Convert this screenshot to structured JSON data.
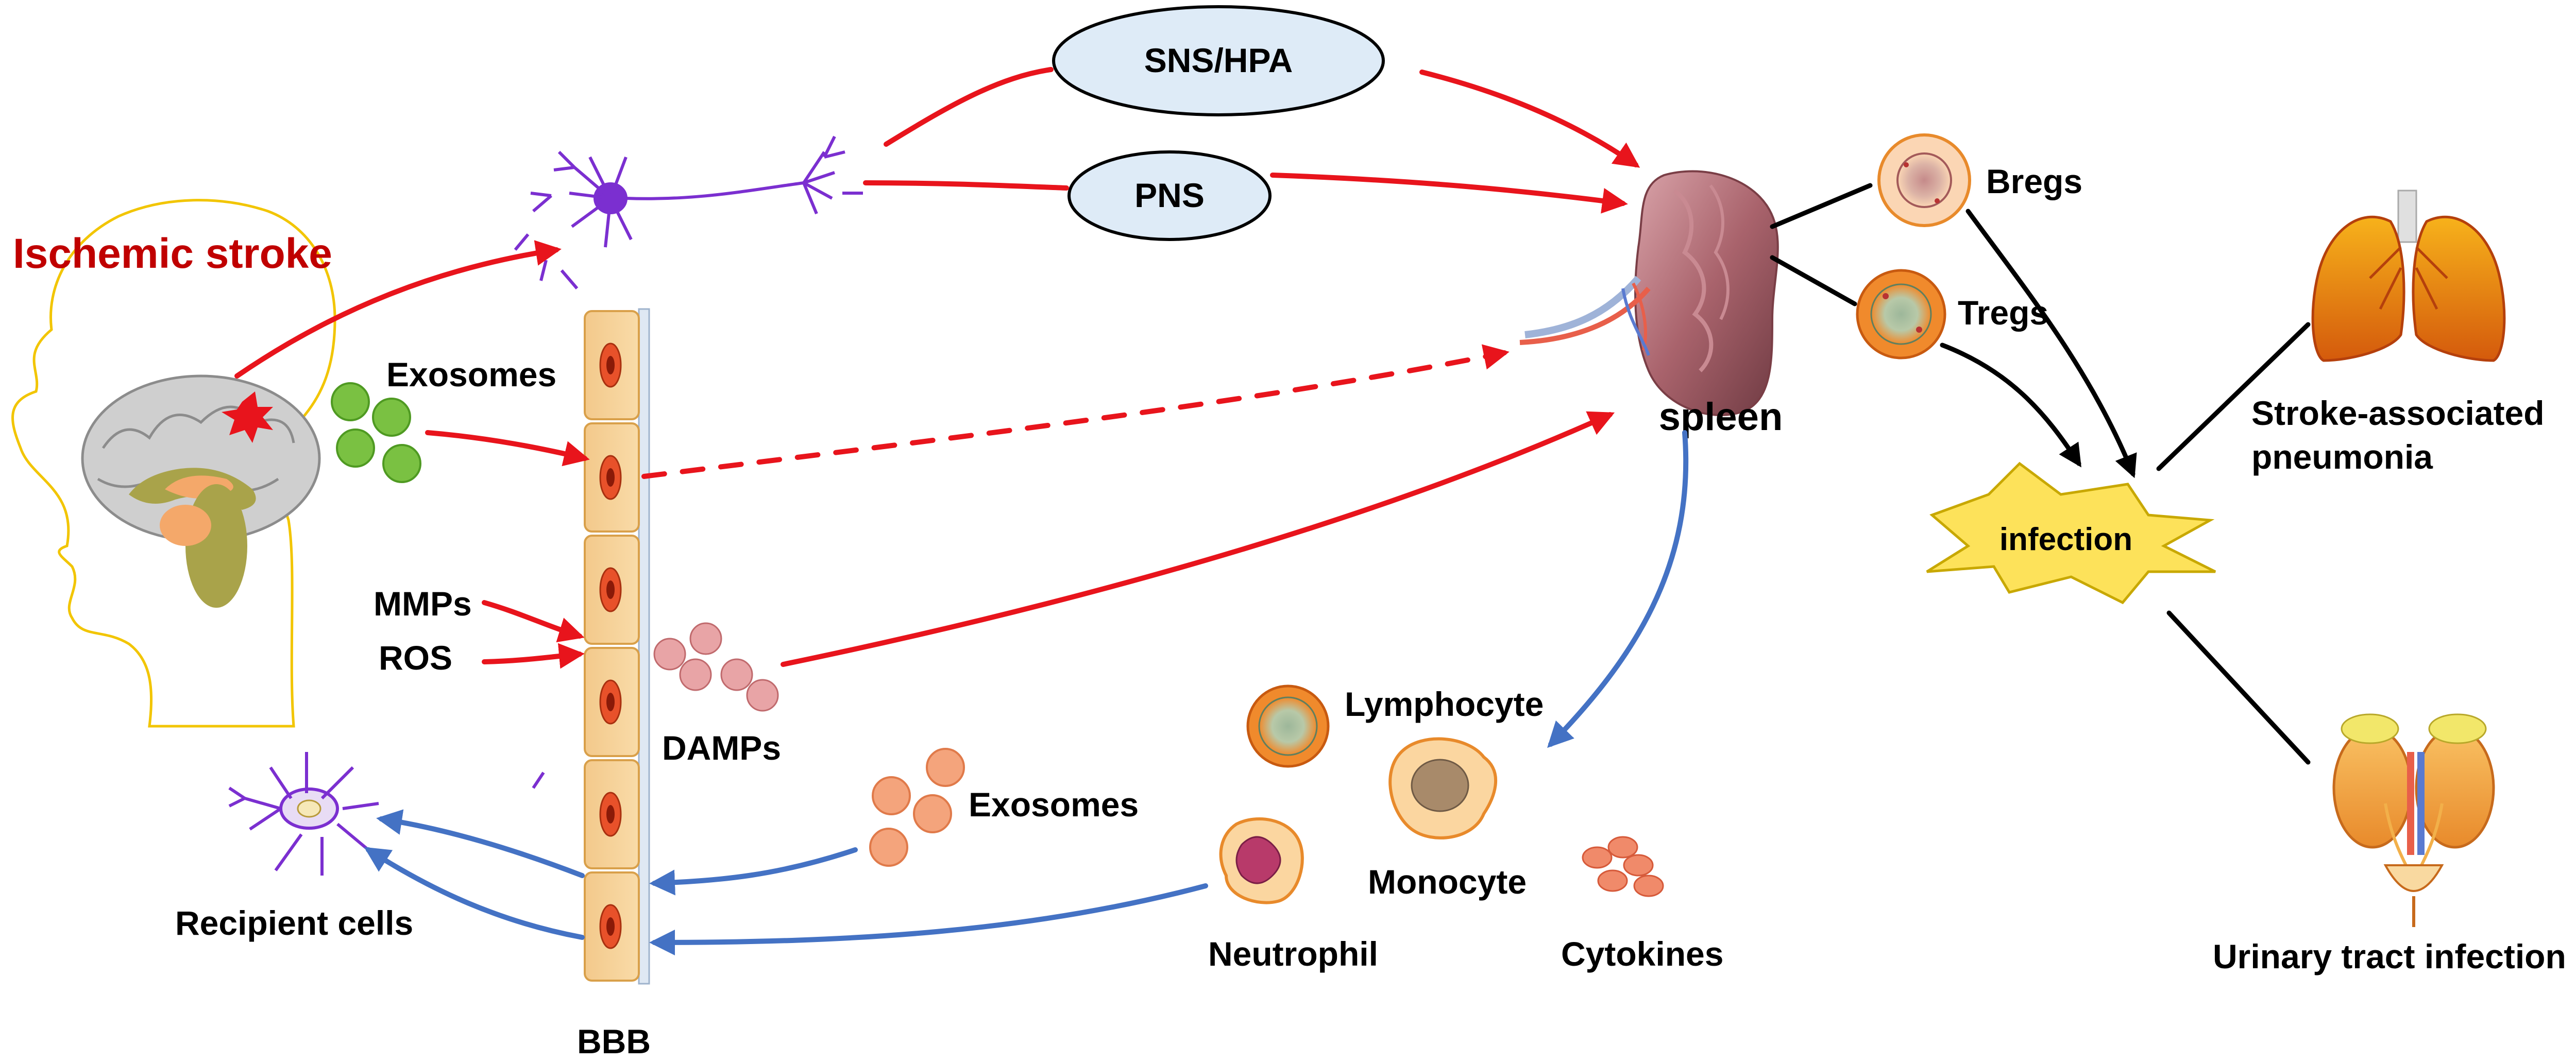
{
  "labels": {
    "ischemic_stroke": "Ischemic stroke",
    "sns_hpa": "SNS/HPA",
    "pns": "PNS",
    "exosomes_top": "Exosomes",
    "mmps": "MMPs",
    "ros": "ROS",
    "damps": "DAMPs",
    "bbb": "BBB",
    "recipient_cells": "Recipient cells",
    "exosomes_bottom": "Exosomes",
    "spleen": "spleen",
    "bregs": "Bregs",
    "tregs": "Tregs",
    "infection": "infection",
    "pneumonia_line1": "Stroke-associated",
    "pneumonia_line2": "pneumonia",
    "uti": "Urinary tract infection",
    "lymphocyte": "Lymphocyte",
    "monocyte": "Monocyte",
    "neutrophil": "Neutrophil",
    "cytokines": "Cytokines"
  },
  "colors": {
    "red_arrow": "#e8141c",
    "blue_arrow": "#4472c4",
    "black_line": "#000000",
    "title_red": "#c00000",
    "ellipse_fill": "#deebf7",
    "exosome_green": "#7ac142",
    "exosome_orange": "#f4a47c",
    "infection_fill": "#fde25a"
  },
  "icons": [
    "brain-head-icon",
    "neuron-icon",
    "spleen-icon",
    "lung-icon",
    "kidney-icon",
    "astrocyte-icon",
    "bbb-cell-wall-icon"
  ]
}
